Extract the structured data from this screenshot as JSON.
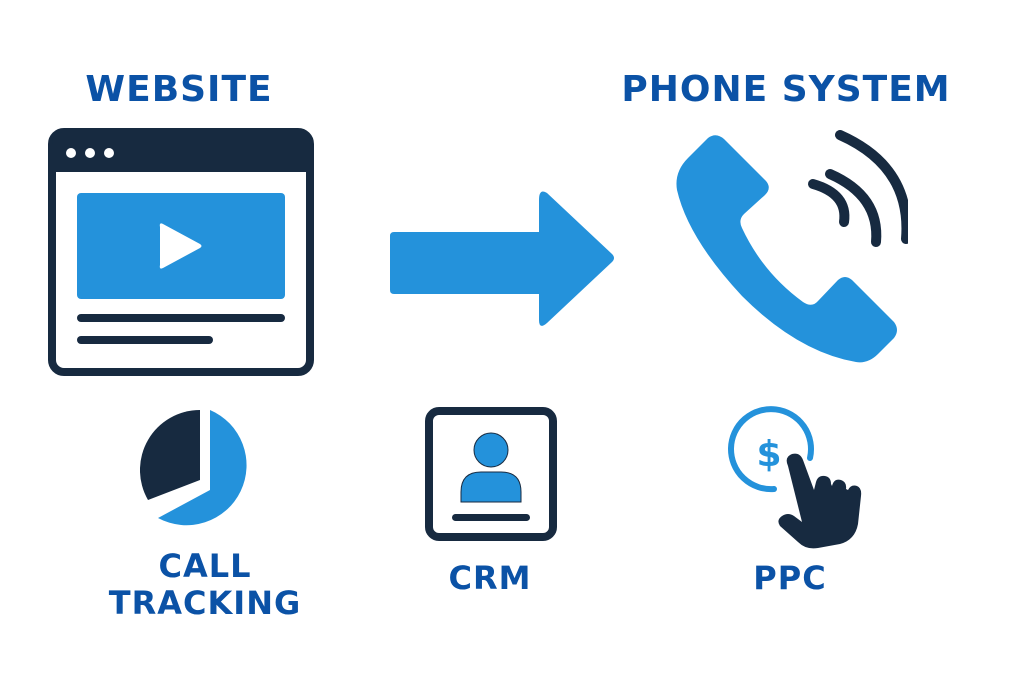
{
  "diagram": {
    "flow": {
      "source": {
        "label": "WEBSITE",
        "icon": "browser-video-icon"
      },
      "connector": {
        "icon": "arrow-right-icon",
        "direction": "right"
      },
      "target": {
        "label": "PHONE SYSTEM",
        "icon": "phone-ringing-icon"
      }
    },
    "features": [
      {
        "label_line1": "CALL",
        "label_line2": "TRACKING",
        "icon": "pie-chart-icon"
      },
      {
        "label": "CRM",
        "icon": "contact-card-icon"
      },
      {
        "label": "PPC",
        "icon": "pay-per-click-icon",
        "symbol": "$"
      }
    ]
  },
  "colors": {
    "title_blue": "#0b52a6",
    "accent_blue": "#2492db",
    "dark_navy": "#172a40",
    "background": "#ffffff"
  }
}
